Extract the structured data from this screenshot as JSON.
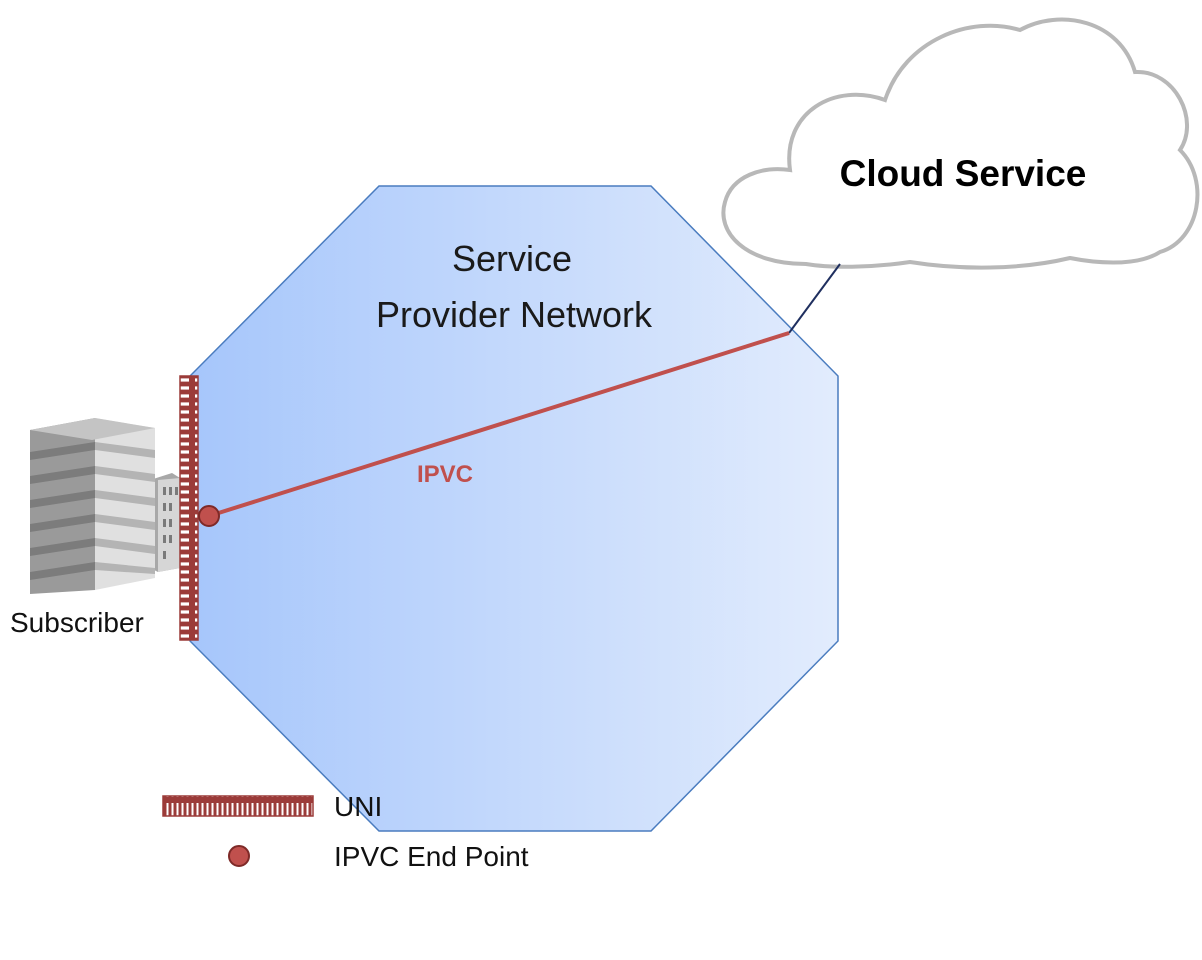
{
  "cloud": {
    "label": "Cloud Service"
  },
  "network": {
    "title_line1": "Service",
    "title_line2": "Provider Network"
  },
  "ipvc": {
    "label": "IPVC"
  },
  "subscriber": {
    "label": "Subscriber"
  },
  "legend": {
    "items": [
      {
        "symbol": "uni-bar",
        "label": "UNI"
      },
      {
        "symbol": "endpoint-dot",
        "label": "IPVC End Point"
      }
    ]
  },
  "colors": {
    "network_fill_left": "#a6c6fb",
    "network_fill_right": "#e2ecfd",
    "network_border": "#4a7cbf",
    "ipvc_line": "#c0504d",
    "uni_bar": "#9b3b39",
    "endpoint": "#c0504d",
    "cloud_border": "#b8b8b8",
    "cloud_link": "#1f2f5f",
    "building": "#9a9a9a"
  }
}
